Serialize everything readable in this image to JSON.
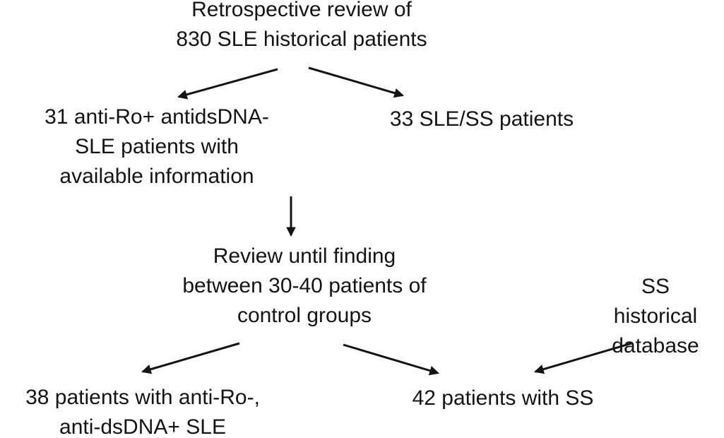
{
  "diagram": {
    "type": "flowchart",
    "background_color": "#ffffff",
    "text_color": "#141414",
    "arrow_color": "#141414"
  },
  "nodes": {
    "root": {
      "label": "Retrospective review of\n830 SLE historical patients"
    },
    "sle_subset": {
      "label": "31 anti-Ro+ antidsDNA-\nSLE patients with\navailable information"
    },
    "sle_ss": {
      "label": "33 SLE/SS patients"
    },
    "review": {
      "label": "Review until finding\nbetween 30-40 patients of\ncontrol groups"
    },
    "ss_db": {
      "label": "SS historical\ndatabase"
    },
    "control_sle": {
      "label": "38 patients with anti-Ro-,\nanti-dsDNA+ SLE"
    },
    "ss_patients": {
      "label": "42 patients with SS"
    }
  },
  "edges": [
    {
      "from": "root",
      "to": "sle_subset"
    },
    {
      "from": "root",
      "to": "sle_ss"
    },
    {
      "from": "sle_subset",
      "to": "review"
    },
    {
      "from": "review",
      "to": "control_sle"
    },
    {
      "from": "review",
      "to": "ss_patients"
    },
    {
      "from": "ss_db",
      "to": "ss_patients"
    }
  ]
}
